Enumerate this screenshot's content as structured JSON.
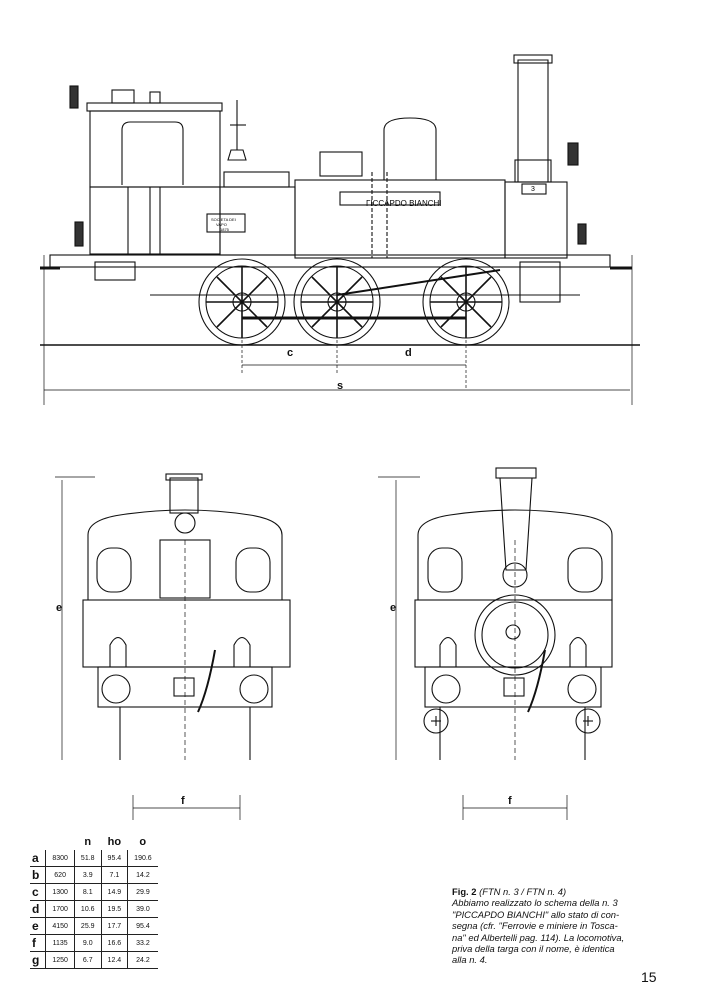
{
  "dimension_labels": {
    "c": "c",
    "d": "d",
    "s": "s",
    "e_front": "e",
    "e_rear": "e",
    "f_front": "f",
    "f_rear": "f"
  },
  "plates": {
    "side_name": "ΓICCAPDO BIANCHI",
    "cab_plate_line1": "SOCIETA DEI",
    "cab_plate_line2": "VAPO",
    "cab_plate_line3": "1875",
    "number_plate": "3"
  },
  "table": {
    "headers": [
      "",
      "",
      "n",
      "ho",
      "o"
    ],
    "rows": [
      {
        "key": "a",
        "values": [
          "8300",
          "51.8",
          "95.4",
          "190.6"
        ]
      },
      {
        "key": "b",
        "values": [
          "620",
          "3.9",
          "7.1",
          "14.2"
        ]
      },
      {
        "key": "c",
        "values": [
          "1300",
          "8.1",
          "14.9",
          "29.9"
        ]
      },
      {
        "key": "d",
        "values": [
          "1700",
          "10.6",
          "19.5",
          "39.0"
        ]
      },
      {
        "key": "e",
        "values": [
          "4150",
          "25.9",
          "17.7",
          "95.4"
        ]
      },
      {
        "key": "f",
        "values": [
          "1135",
          "9.0",
          "16.6",
          "33.2"
        ]
      },
      {
        "key": "g",
        "values": [
          "1250",
          "6.7",
          "12.4",
          "24.2"
        ]
      }
    ]
  },
  "caption": {
    "label": "Fig. 2",
    "ref": "(FTN n. 3 / FTN n. 4)",
    "line1": "Abbiamo realizzato lo schema della n. 3",
    "line2": "\"PICCAPDO BIANCHI\" allo stato di con-",
    "line3": "segna (cfr. \"Ferrovie e miniere in Tosca-",
    "line4": "na\" ed Albertelli pag. 114). La locomotiva,",
    "line5": "priva della targa con il nome, è identica",
    "line6": "alla n. 4."
  },
  "page_number": "15"
}
